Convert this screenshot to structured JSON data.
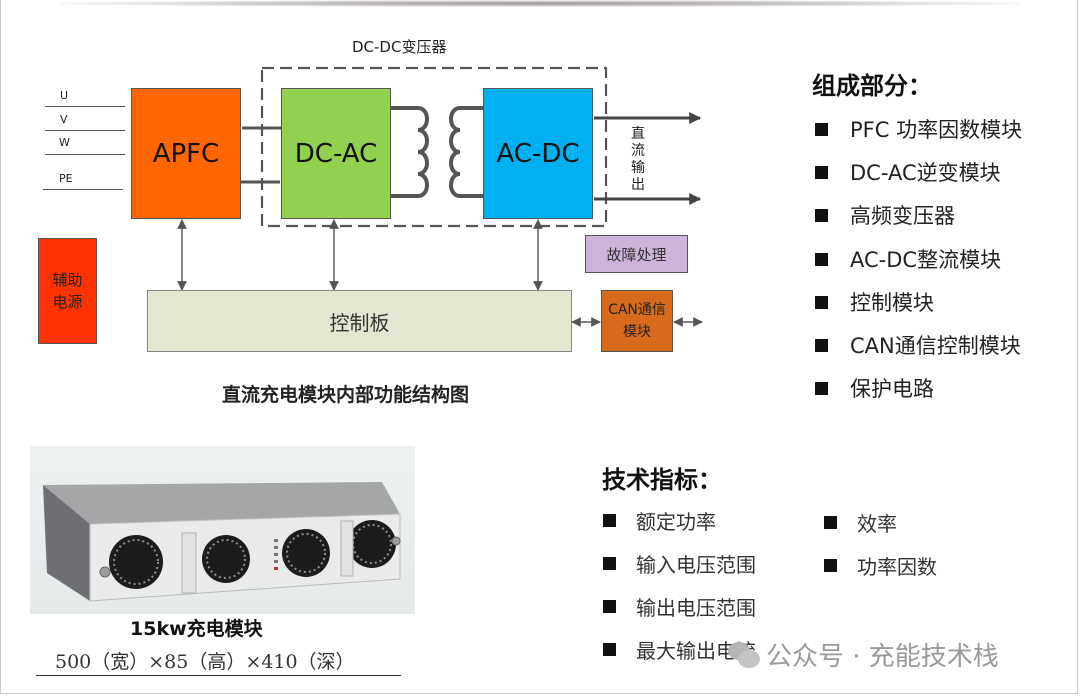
{
  "diagram": {
    "input_lines": [
      "U",
      "V",
      "W",
      "PE"
    ],
    "transformer_group_label": "DC-DC变压器",
    "blocks": {
      "apfc": {
        "label": "APFC",
        "color": "#ff6600"
      },
      "dc_ac": {
        "label": "DC-AC",
        "color": "#92d050"
      },
      "ac_dc": {
        "label": "AC-DC",
        "color": "#00b0f0"
      },
      "aux_power": {
        "label": "辅助电源",
        "color": "#ff3300"
      },
      "fault_handling": {
        "label": "故障处理",
        "color": "#ccb3d9"
      },
      "control_board": {
        "label": "控制板",
        "color": "#e2e7d1"
      },
      "can_module": {
        "label": "CAN通信模块",
        "color": "#d86a1c"
      }
    },
    "dc_output_label": "直流输出",
    "caption": "直流充电模块内部功能结构图"
  },
  "components": {
    "title": "组成部分：",
    "items": [
      "PFC 功率因数模块",
      "DC-AC逆变模块",
      "高频变压器",
      "AC-DC整流模块",
      "控制模块",
      "CAN通信控制模块",
      "保护电路"
    ]
  },
  "specs": {
    "title": "技术指标：",
    "left_items": [
      "额定功率",
      "输入电压范围",
      "输出电压范围",
      "最大输出电流"
    ],
    "right_items": [
      "效率",
      "功率因数"
    ]
  },
  "product": {
    "name": "15kw充电模块",
    "dimensions": "500（宽）×85（高）×410（深）"
  },
  "watermark": {
    "text": "公众号 · 充能技术栈",
    "icon": "wechat-icon"
  }
}
